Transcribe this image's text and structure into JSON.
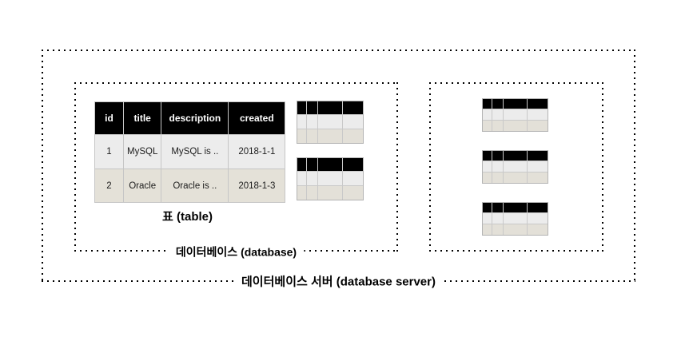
{
  "labels": {
    "table_caption": "표 (table)",
    "database": "데이터베이스 (database)",
    "database_server": "데이터베이스 서버 (database server)"
  },
  "table": {
    "columns": [
      "id",
      "title",
      "description",
      "created"
    ],
    "rows": [
      [
        "1",
        "MySQL",
        "MySQL is ..",
        "2018-1-1"
      ],
      [
        "2",
        "Oracle",
        "Oracle is ..",
        "2018-1-3"
      ]
    ]
  },
  "mini_tables": {
    "database_box_count": 2,
    "right_box_count": 3,
    "columns": 4,
    "rows": 3
  },
  "colors": {
    "table_header_bg": "#000000",
    "table_header_text": "#ffffff",
    "row1_bg": "#ececec",
    "row2_bg": "#e4e1d8",
    "cell_border": "#c6c6c6",
    "box_dots": "#000000",
    "background": "#ffffff"
  }
}
